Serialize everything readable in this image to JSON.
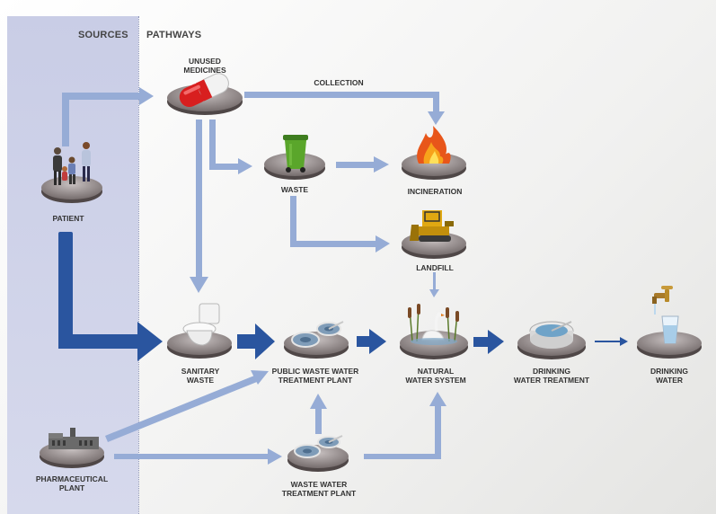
{
  "headers": {
    "sources": "SOURCES",
    "pathways": "PATHWAYS"
  },
  "nodes": {
    "unused_medicines": [
      "UNUSED",
      "MEDICINES"
    ],
    "patient": [
      "PATIENT"
    ],
    "waste": [
      "WASTE"
    ],
    "incineration": [
      "INCINERATION"
    ],
    "landfill": [
      "LANDFILL"
    ],
    "sanitary_waste": [
      "SANITARY",
      "WASTE"
    ],
    "public_wwtp": [
      "PUBLIC WASTE WATER",
      "TREATMENT PLANT"
    ],
    "natural_water": [
      "NATURAL",
      "WATER SYSTEM"
    ],
    "drinking_water_treatment": [
      "DRINKING",
      "WATER TREATMENT"
    ],
    "drinking_water": [
      "DRINKING",
      "WATER"
    ],
    "pharmaceutical_plant": [
      "PHARMACEUTICAL",
      "PLANT"
    ],
    "wwtp": [
      "WASTE WATER",
      "TREATMENT PLANT"
    ]
  },
  "edge_labels": {
    "collection": "COLLECTION"
  },
  "colors": {
    "light_arrow": "#96acd6",
    "dark_arrow": "#2a559f",
    "sources_bg": "#cdd1e8"
  }
}
